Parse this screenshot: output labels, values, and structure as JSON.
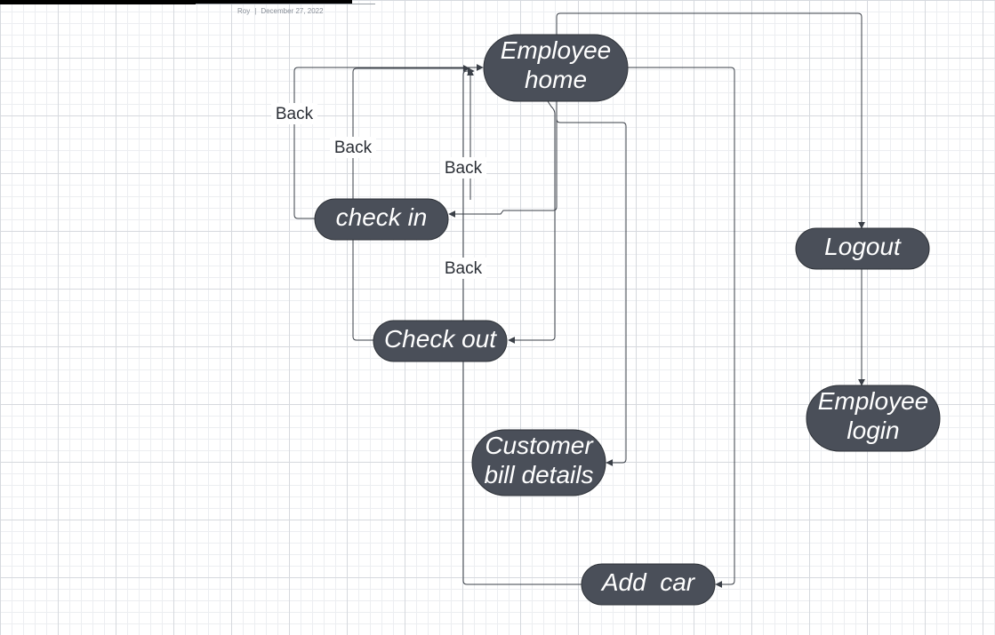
{
  "header": {
    "author": "Roy",
    "date": "December 27, 2022"
  },
  "colors": {
    "node_fill": "#4a4f59",
    "node_text": "#ffffff",
    "edge": "#3a3f47",
    "label_text": "#2b2f36"
  },
  "nodes": {
    "employee_home": [
      "Employee",
      "home"
    ],
    "check_in": [
      "check in"
    ],
    "check_out": [
      "Check out"
    ],
    "customer_bill": [
      "Customer",
      "bill details"
    ],
    "add_car": [
      "Add  car"
    ],
    "logout": [
      "Logout"
    ],
    "employee_login": [
      "Employee",
      "login"
    ]
  },
  "edge_labels": {
    "back_1": "Back",
    "back_2": "Back",
    "back_3": "Back",
    "back_4": "Back"
  }
}
